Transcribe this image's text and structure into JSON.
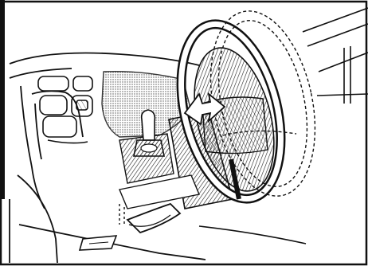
{
  "figure": {
    "subject": "steering-wheel-tilt-adjustment-illustration",
    "colors": {
      "ink": "#111111",
      "paper": "#ffffff",
      "shade": "#555555",
      "arrow_fill": "#ffffff"
    },
    "icons": [
      "frame-border",
      "dashboard-outline",
      "gear-shift-knob",
      "steering-wheel",
      "tilted-wheel-dashed",
      "adjust-arrow",
      "tilt-lever",
      "pedal"
    ]
  }
}
